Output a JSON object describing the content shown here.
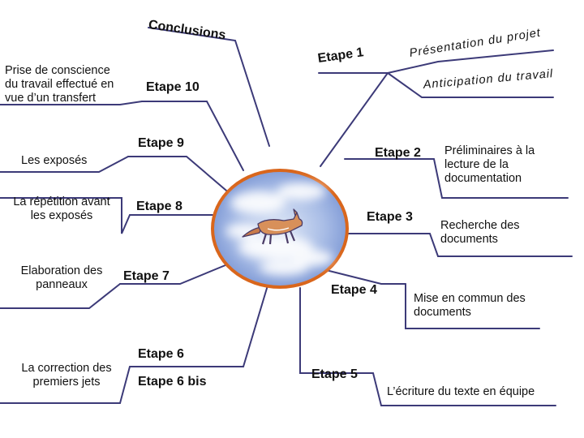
{
  "diagram": {
    "line_color": "#3c3a78",
    "oval_border": "#d9661c",
    "sky_color": "#8fa8dc",
    "cloud_color": "#ffffff",
    "center_icon": "fox-icon",
    "steps": {
      "conclusions": "Conclusions",
      "etape1": "Etape 1",
      "etape2": "Etape 2",
      "etape3": "Etape 3",
      "etape4": "Etape 4",
      "etape5": "Etape 5",
      "etape6": "Etape 6",
      "etape6bis": "Etape 6 bis",
      "etape7": "Etape 7",
      "etape8": "Etape 8",
      "etape9": "Etape 9",
      "etape10": "Etape 10"
    },
    "notes": {
      "presentation": "Présentation du projet",
      "anticipation": "Anticipation du travail",
      "preliminaires": [
        "Préliminaires à la",
        "lecture de la",
        "documentation"
      ],
      "recherche": [
        "Recherche des",
        "documents"
      ],
      "mise_en_commun": [
        "Mise en commun des",
        "documents"
      ],
      "ecriture": "L’écriture du texte en équipe",
      "prise_de_conscience": [
        "Prise de conscience",
        "du travail effectué en",
        "vue d’un transfert"
      ],
      "exposes": "Les exposés",
      "repetition": [
        "La répétition avant",
        "les exposés"
      ],
      "elaboration": [
        "Elaboration des",
        "panneaux"
      ],
      "correction": [
        "La correction des",
        "premiers jets"
      ]
    }
  }
}
